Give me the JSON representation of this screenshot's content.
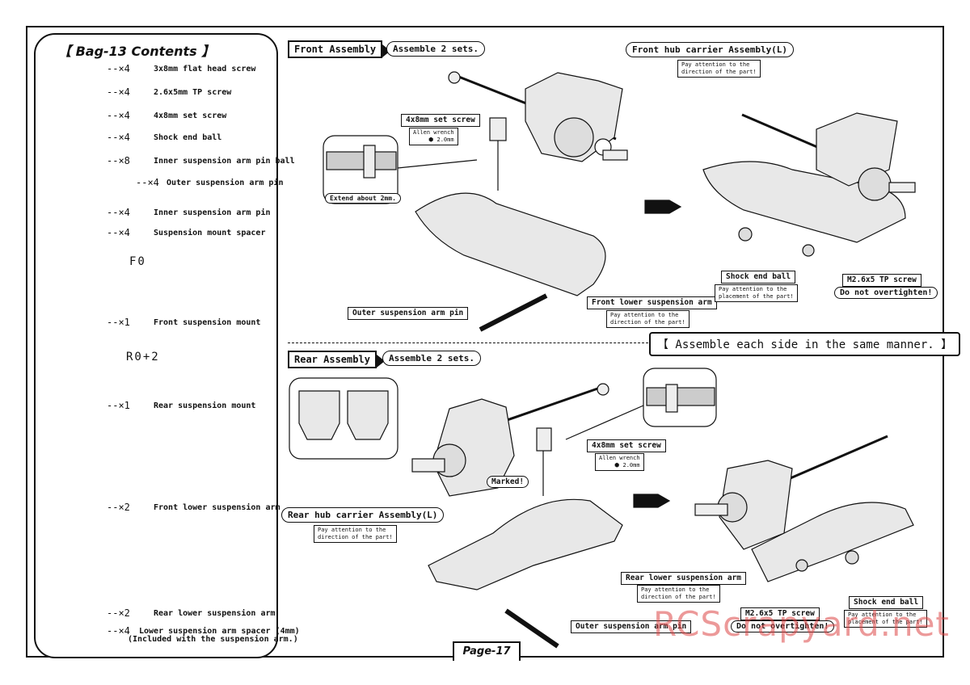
{
  "page_label": "Page-17",
  "watermark": "RCScrapyard.net",
  "parts_list": {
    "title": "【 Bag-13 Contents 】",
    "items": [
      {
        "qty": "--×4",
        "name": "3x8mm flat head screw"
      },
      {
        "qty": "--×4",
        "name": "2.6x5mm TP screw"
      },
      {
        "qty": "--×4",
        "name": "4x8mm set screw"
      },
      {
        "qty": "--×4",
        "name": "Shock end ball"
      },
      {
        "qty": "--×8",
        "name": "Inner suspension arm pin ball"
      },
      {
        "qty": "--×4",
        "name": "Outer suspension arm pin"
      },
      {
        "qty": "--×4",
        "name": "Inner suspension arm pin"
      },
      {
        "qty": "--×4",
        "name": "Suspension mount spacer"
      },
      {
        "qty": "--×1",
        "name": "Front suspension mount"
      },
      {
        "qty": "--×1",
        "name": "Rear suspension mount"
      },
      {
        "qty": "--×2",
        "name": "Front lower suspension arm"
      },
      {
        "qty": "--×2",
        "name": "Rear lower suspension arm"
      },
      {
        "qty": "--×4",
        "name": "Lower suspension arm spacer (4mm)",
        "sub": "(Included with the suspension arm.)"
      }
    ],
    "mount_labels": {
      "front": "F0",
      "rear": "R0+2"
    }
  },
  "front_section": {
    "heading": "Front Assembly",
    "sets": "Assemble 2 sets.",
    "hub_label": "Front hub carrier Assembly(L)",
    "hub_note": [
      "Pay attention to the",
      "direction of the part!"
    ],
    "set_screw": "4x8mm set screw",
    "allen": "Allen wrench",
    "allen_size": "2.0mm",
    "extend": "Extend about 2mm.",
    "pin_label": "Outer suspension arm pin",
    "arm_label": "Front lower suspension arm",
    "arm_note": [
      "Pay attention to the",
      "direction of the part!"
    ],
    "shock_label": "Shock end ball",
    "shock_note": [
      "Pay attention to the",
      "placement of the part!"
    ],
    "tp_label": "M2.6x5 TP screw",
    "tp_note": "Do not overtighten!"
  },
  "banner": "【 Assemble each side in the same manner. 】",
  "rear_section": {
    "heading": "Rear Assembly",
    "sets": "Assemble 2 sets.",
    "hub_label": "Rear hub carrier Assembly(L)",
    "hub_note": [
      "Pay attention to the",
      "direction of the part!"
    ],
    "set_screw": "4x8mm set screw",
    "allen": "Allen wrench",
    "allen_size": "2.0mm",
    "marked": "Marked!",
    "arm_label": "Rear lower suspension arm",
    "arm_note": [
      "Pay attention to the",
      "direction of the part!"
    ],
    "pin_label": "Outer suspension arm pin",
    "tp_label": "M2.6x5 TP screw",
    "tp_note": "Do not overtighten!",
    "shock_label": "Shock end ball",
    "shock_note": [
      "Pay attention to the",
      "placement of the part!"
    ]
  }
}
